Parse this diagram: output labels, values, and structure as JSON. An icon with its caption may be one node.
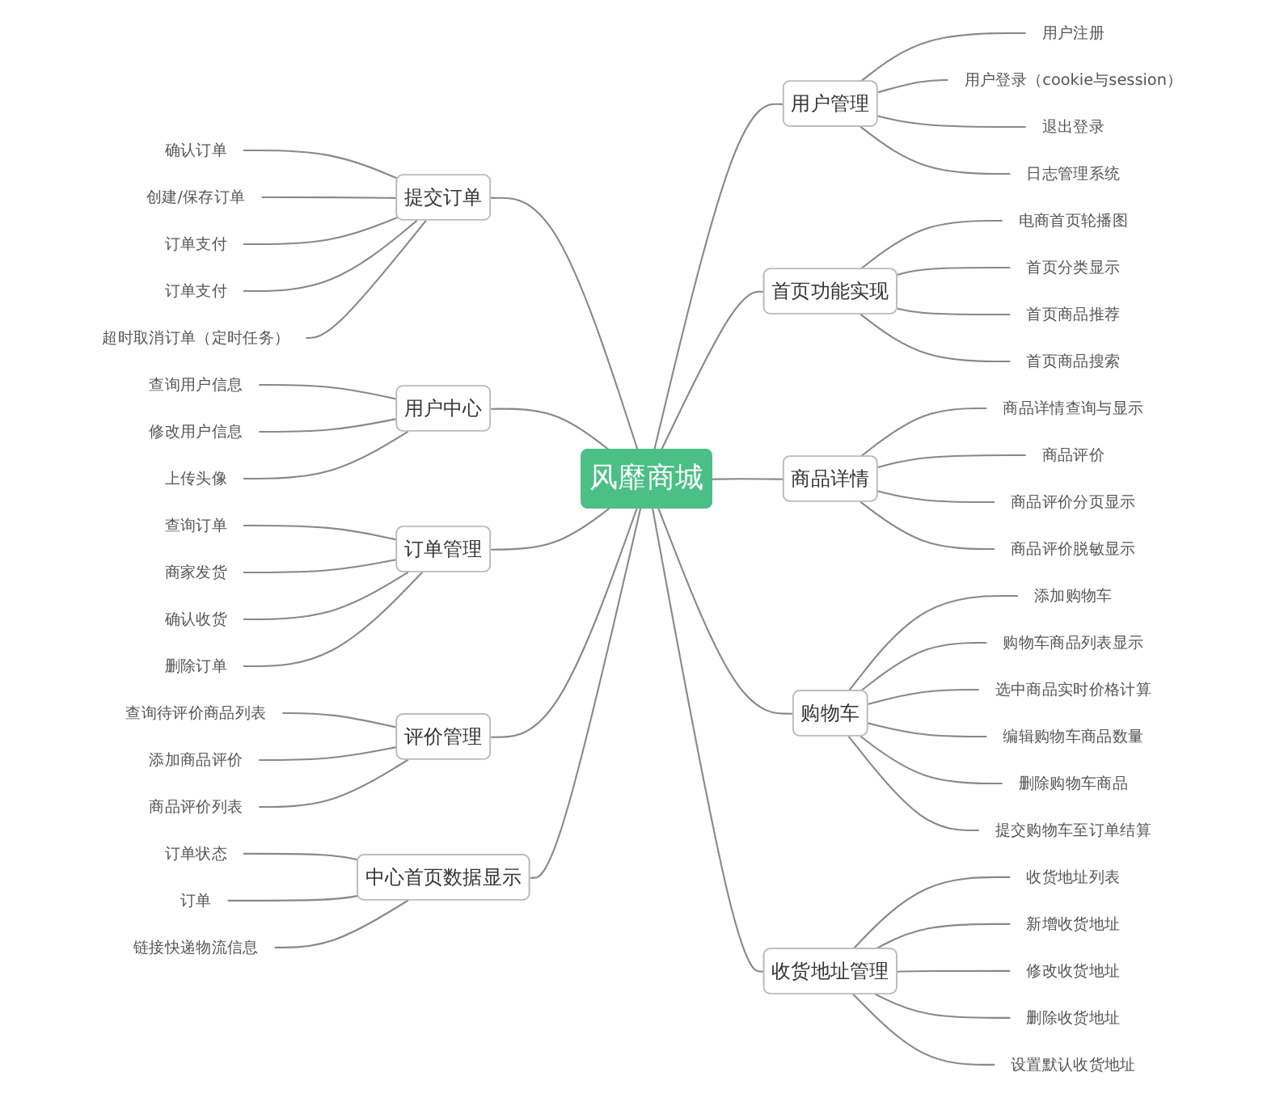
{
  "diagram": {
    "nodes": [
      {
        "text": [
          "风靡商城"
        ]
      },
      {
        "text": [
          "提交订单"
        ]
      },
      {
        "text": [
          "确认订单"
        ]
      },
      {
        "text": [
          "创建/保存订单"
        ]
      },
      {
        "text": [
          "订单支付"
        ]
      },
      {
        "text": [
          "订单支付"
        ]
      },
      {
        "text": [
          "超时取消订单（定时任务）"
        ]
      },
      {
        "text": [
          "用户中心"
        ]
      },
      {
        "text": [
          "查询用户信息"
        ]
      },
      {
        "text": [
          "修改用户信息"
        ]
      },
      {
        "text": [
          "上传头像"
        ]
      },
      {
        "text": [
          "订单管理"
        ]
      },
      {
        "text": [
          "查询订单"
        ]
      },
      {
        "text": [
          "商家发货"
        ]
      },
      {
        "text": [
          "确认收货"
        ]
      },
      {
        "text": [
          "删除订单"
        ]
      },
      {
        "text": [
          "评价管理"
        ]
      },
      {
        "text": [
          "查询待评价商品列表"
        ]
      },
      {
        "text": [
          "添加商品评价"
        ]
      },
      {
        "text": [
          "商品评价列表"
        ]
      },
      {
        "text": [
          "中心首页数据显示"
        ]
      },
      {
        "text": [
          "订单状态"
        ]
      },
      {
        "text": [
          "订单"
        ]
      },
      {
        "text": [
          "链接快递物流信息"
        ]
      },
      {
        "text": [
          "用户管理"
        ]
      },
      {
        "text": [
          "用户注册"
        ]
      },
      {
        "text": [
          "用户登录（cookie与session）"
        ]
      },
      {
        "text": [
          "退出登录"
        ]
      },
      {
        "text": [
          "日志管理系统"
        ]
      },
      {
        "text": [
          "首页功能实现"
        ]
      },
      {
        "text": [
          "电商首页轮播图"
        ]
      },
      {
        "text": [
          "首页分类显示"
        ]
      },
      {
        "text": [
          "首页商品推荐"
        ]
      },
      {
        "text": [
          "首页商品搜索"
        ]
      },
      {
        "text": [
          "商品详情"
        ]
      },
      {
        "text": [
          "商品详情查询与显示"
        ]
      },
      {
        "text": [
          "商品评价"
        ]
      },
      {
        "text": [
          "商品评价分页显示"
        ]
      },
      {
        "text": [
          "商品评价脱敏显示"
        ]
      },
      {
        "text": [
          "购物车"
        ]
      },
      {
        "text": [
          "添加购物车"
        ]
      },
      {
        "text": [
          "购物车商品列表显示"
        ]
      },
      {
        "text": [
          "选中商品实时价格计算"
        ]
      },
      {
        "text": [
          "编辑购物车商品数量"
        ]
      },
      {
        "text": [
          "删除购物车商品"
        ]
      },
      {
        "text": [
          "提交购物车至订单结算"
        ]
      },
      {
        "text": [
          "收货地址管理"
        ]
      },
      {
        "text": [
          "收货地址列表"
        ]
      },
      {
        "text": [
          "新增收货地址"
        ]
      },
      {
        "text": [
          "修改收货地址"
        ]
      },
      {
        "text": [
          "删除收货地址"
        ]
      },
      {
        "text": [
          "设置默认收货地址"
        ]
      }
    ],
    "edges": [
      {
        "from": 0,
        "to": 1,
        "arrow": "none"
      },
      {
        "from": 1,
        "to": 2,
        "arrow": "none"
      },
      {
        "from": 1,
        "to": 3,
        "arrow": "none"
      },
      {
        "from": 1,
        "to": 4,
        "arrow": "none"
      },
      {
        "from": 1,
        "to": 5,
        "arrow": "none"
      },
      {
        "from": 1,
        "to": 6,
        "arrow": "none"
      },
      {
        "from": 0,
        "to": 7,
        "arrow": "none"
      },
      {
        "from": 7,
        "to": 8,
        "arrow": "none"
      },
      {
        "from": 7,
        "to": 9,
        "arrow": "none"
      },
      {
        "from": 7,
        "to": 10,
        "arrow": "none"
      },
      {
        "from": 0,
        "to": 11,
        "arrow": "none"
      },
      {
        "from": 11,
        "to": 12,
        "arrow": "none"
      },
      {
        "from": 11,
        "to": 13,
        "arrow": "none"
      },
      {
        "from": 11,
        "to": 14,
        "arrow": "none"
      },
      {
        "from": 11,
        "to": 15,
        "arrow": "none"
      },
      {
        "from": 0,
        "to": 16,
        "arrow": "none"
      },
      {
        "from": 16,
        "to": 17,
        "arrow": "none"
      },
      {
        "from": 16,
        "to": 18,
        "arrow": "none"
      },
      {
        "from": 16,
        "to": 19,
        "arrow": "none"
      },
      {
        "from": 0,
        "to": 20,
        "arrow": "none"
      },
      {
        "from": 20,
        "to": 21,
        "arrow": "none"
      },
      {
        "from": 20,
        "to": 22,
        "arrow": "none"
      },
      {
        "from": 20,
        "to": 23,
        "arrow": "none"
      },
      {
        "from": 0,
        "to": 24,
        "arrow": "none"
      },
      {
        "from": 24,
        "to": 25,
        "arrow": "none"
      },
      {
        "from": 24,
        "to": 26,
        "arrow": "none"
      },
      {
        "from": 24,
        "to": 27,
        "arrow": "none"
      },
      {
        "from": 24,
        "to": 28,
        "arrow": "none"
      },
      {
        "from": 0,
        "to": 29,
        "arrow": "none"
      },
      {
        "from": 29,
        "to": 30,
        "arrow": "none"
      },
      {
        "from": 29,
        "to": 31,
        "arrow": "none"
      },
      {
        "from": 29,
        "to": 32,
        "arrow": "none"
      },
      {
        "from": 29,
        "to": 33,
        "arrow": "none"
      },
      {
        "from": 0,
        "to": 34,
        "arrow": "none"
      },
      {
        "from": 34,
        "to": 35,
        "arrow": "none"
      },
      {
        "from": 34,
        "to": 36,
        "arrow": "none"
      },
      {
        "from": 34,
        "to": 37,
        "arrow": "none"
      },
      {
        "from": 34,
        "to": 38,
        "arrow": "none"
      },
      {
        "from": 0,
        "to": 39,
        "arrow": "none"
      },
      {
        "from": 39,
        "to": 40,
        "arrow": "none"
      },
      {
        "from": 39,
        "to": 41,
        "arrow": "none"
      },
      {
        "from": 39,
        "to": 42,
        "arrow": "none"
      },
      {
        "from": 39,
        "to": 43,
        "arrow": "none"
      },
      {
        "from": 39,
        "to": 44,
        "arrow": "none"
      },
      {
        "from": 39,
        "to": 45,
        "arrow": "none"
      },
      {
        "from": 0,
        "to": 46,
        "arrow": "none"
      },
      {
        "from": 46,
        "to": 47,
        "arrow": "none"
      },
      {
        "from": 46,
        "to": 48,
        "arrow": "none"
      },
      {
        "from": 46,
        "to": 49,
        "arrow": "none"
      },
      {
        "from": 46,
        "to": 50,
        "arrow": "none"
      },
      {
        "from": 46,
        "to": 51,
        "arrow": "none"
      }
    ]
  }
}
